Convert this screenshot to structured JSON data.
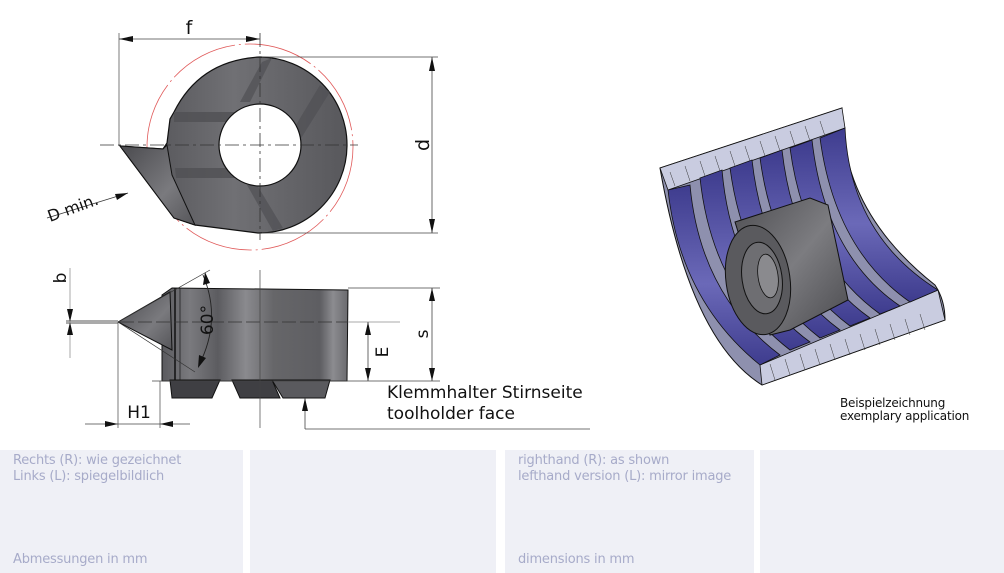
{
  "drawing": {
    "top_view": {
      "dimension_f": "f",
      "dimension_d": "d",
      "dimension_dmin": "D min."
    },
    "side_view": {
      "dimension_b": "b",
      "angle": "60°",
      "dimension_e": "E",
      "dimension_s": "s",
      "dimension_h1": "H1",
      "reference_label_de": "Klemmhalter Stirnseite",
      "reference_label_en": "toolholder face"
    },
    "application": {
      "caption_de": "Beispielzeichnung",
      "caption_en": "exemplary application"
    }
  },
  "info_panels": [
    {
      "line1": "Rechts (R): wie gezeichnet",
      "line2": "Links (L): spiegelbildlich",
      "footer": "Abmessungen in mm"
    },
    {
      "line1": "",
      "line2": "",
      "footer": ""
    },
    {
      "line1": "righthand (R): as shown",
      "line2": "lefthand version (L): mirror image",
      "footer": "dimensions in mm"
    },
    {
      "line1": "",
      "line2": "",
      "footer": ""
    }
  ],
  "colors": {
    "panel_bg": "#eff0f6",
    "panel_text": "#a7abc9",
    "insert_gray": "#5f5f62",
    "thread_blue": "#4a48a0",
    "section_fill": "#c9cce0",
    "dmin_circle": "#e05a5a"
  }
}
